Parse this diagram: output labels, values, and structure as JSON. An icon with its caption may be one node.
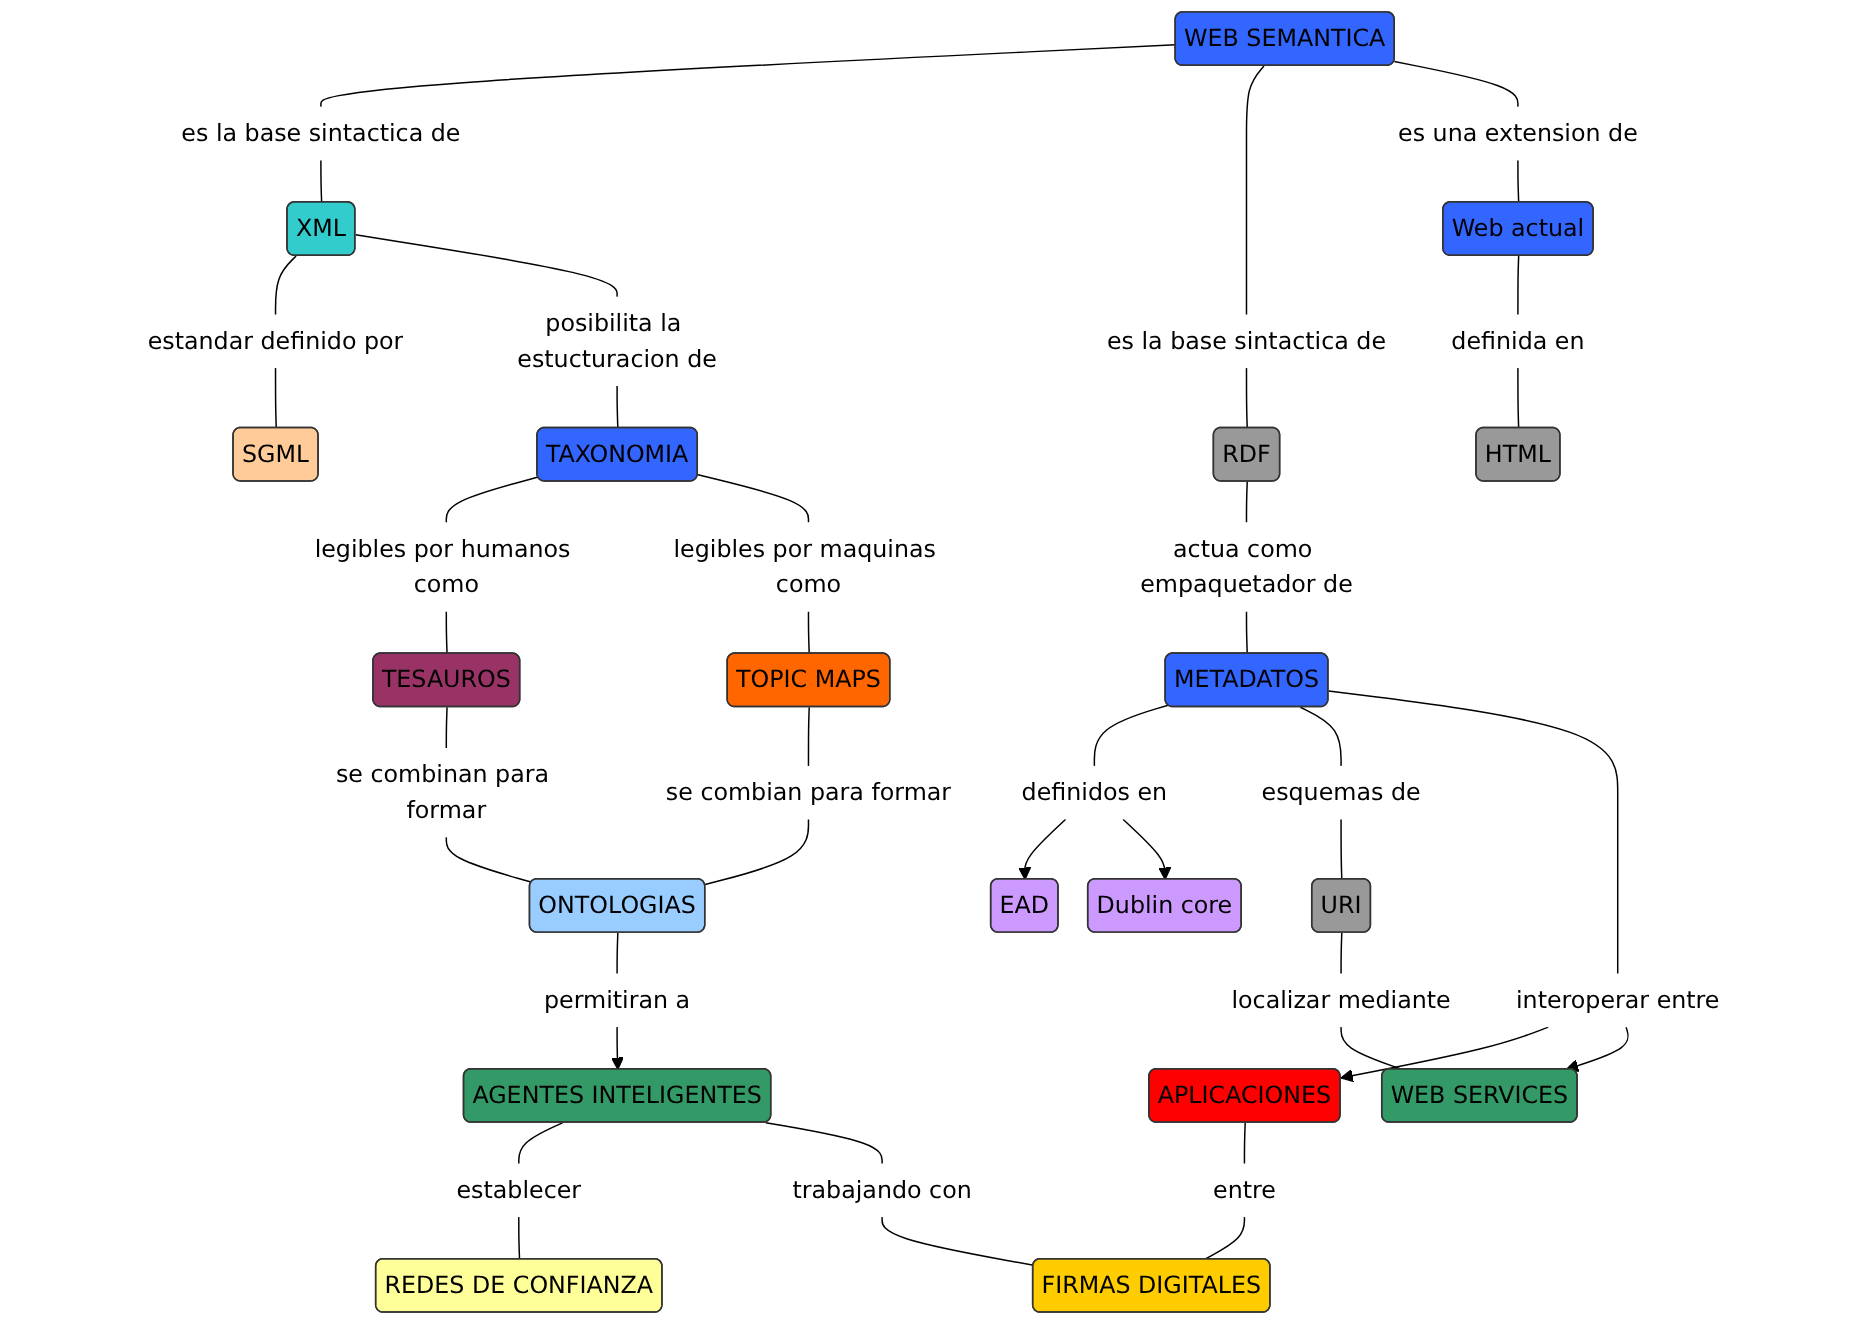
{
  "diagram": {
    "nodes": [
      {
        "text": [
          "WEB SEMANTICA"
        ]
      },
      {
        "text": [
          "es la base sintactica de"
        ]
      },
      {
        "text": [
          "es la base sintactica de"
        ]
      },
      {
        "text": [
          "es una extension de"
        ]
      },
      {
        "text": [
          "RDF"
        ]
      },
      {
        "text": [
          "Web actual"
        ]
      },
      {
        "text": [
          "XML"
        ]
      },
      {
        "text": [
          "estandar definido por"
        ]
      },
      {
        "text": [
          "definida en"
        ]
      },
      {
        "text": [
          "HTML"
        ]
      },
      {
        "text": [
          "actua como empaquetador de"
        ]
      },
      {
        "text": [
          "SGML"
        ]
      },
      {
        "text": [
          "posibilita la estucturacion de"
        ]
      },
      {
        "text": [
          "EAD"
        ]
      },
      {
        "text": [
          "METADATOS"
        ]
      },
      {
        "text": [
          "definidos en"
        ]
      },
      {
        "text": [
          "Dublin core"
        ]
      },
      {
        "text": [
          "TAXONOMIA"
        ]
      },
      {
        "text": [
          "legibles por humanos como"
        ]
      },
      {
        "text": [
          "esquemas de"
        ]
      },
      {
        "text": [
          "legibles por maquinas como"
        ]
      },
      {
        "text": [
          "URI"
        ]
      },
      {
        "text": [
          "TESAUROS"
        ]
      },
      {
        "text": [
          "localizar mediante"
        ]
      },
      {
        "text": [
          "interoperar entre"
        ]
      },
      {
        "text": [
          "APLICACIONES"
        ]
      },
      {
        "text": [
          "TOPIC MAPS"
        ]
      },
      {
        "text": [
          "se combinan para formar"
        ]
      },
      {
        "text": [
          "WEB SERVICES"
        ]
      },
      {
        "text": [
          "se combian para formar"
        ]
      },
      {
        "text": [
          "entre"
        ]
      },
      {
        "text": [
          "ONTOLOGIAS"
        ]
      },
      {
        "text": [
          "permitiran a"
        ]
      },
      {
        "text": [
          "AGENTES INTELIGENTES"
        ]
      },
      {
        "text": [
          "establecer"
        ]
      },
      {
        "text": [
          "trabajando con"
        ]
      },
      {
        "text": [
          "REDES DE CONFIANZA"
        ]
      },
      {
        "text": [
          "FIRMAS DIGITALES"
        ]
      }
    ],
    "edges": [
      {
        "from": 0,
        "to": 1,
        "arrow": "none"
      },
      {
        "from": 1,
        "to": 6,
        "arrow": "none"
      },
      {
        "from": 0,
        "to": 2,
        "arrow": "none"
      },
      {
        "from": 2,
        "to": 4,
        "arrow": "none"
      },
      {
        "from": 0,
        "to": 3,
        "arrow": "none"
      },
      {
        "from": 3,
        "to": 5,
        "arrow": "none"
      },
      {
        "from": 5,
        "to": 8,
        "arrow": "none"
      },
      {
        "from": 8,
        "to": 9,
        "arrow": "none"
      },
      {
        "from": 6,
        "to": 7,
        "arrow": "none"
      },
      {
        "from": 7,
        "to": 11,
        "arrow": "none"
      },
      {
        "from": 6,
        "to": 12,
        "arrow": "none"
      },
      {
        "from": 12,
        "to": 17,
        "arrow": "none"
      },
      {
        "from": 4,
        "to": 10,
        "arrow": "none"
      },
      {
        "from": 10,
        "to": 14,
        "arrow": "none"
      },
      {
        "from": 14,
        "to": 15,
        "arrow": "none"
      },
      {
        "from": 15,
        "to": 13,
        "arrow": "to"
      },
      {
        "from": 15,
        "to": 16,
        "arrow": "to"
      },
      {
        "from": 17,
        "to": 18,
        "arrow": "none"
      },
      {
        "from": 18,
        "to": 22,
        "arrow": "none"
      },
      {
        "from": 17,
        "to": 20,
        "arrow": "none"
      },
      {
        "from": 20,
        "to": 26,
        "arrow": "none"
      },
      {
        "from": 14,
        "to": 19,
        "arrow": "none"
      },
      {
        "from": 19,
        "to": 21,
        "arrow": "none"
      },
      {
        "from": 21,
        "to": 23,
        "arrow": "none"
      },
      {
        "from": 23,
        "to": 28,
        "arrow": "none"
      },
      {
        "from": 14,
        "to": 24,
        "arrow": "none"
      },
      {
        "from": 24,
        "to": 25,
        "arrow": "to"
      },
      {
        "from": 24,
        "to": 28,
        "arrow": "to"
      },
      {
        "from": 22,
        "to": 27,
        "arrow": "none"
      },
      {
        "from": 27,
        "to": 31,
        "arrow": "none"
      },
      {
        "from": 26,
        "to": 29,
        "arrow": "none"
      },
      {
        "from": 29,
        "to": 31,
        "arrow": "none"
      },
      {
        "from": 25,
        "to": 30,
        "arrow": "none"
      },
      {
        "from": 30,
        "to": 37,
        "arrow": "none"
      },
      {
        "from": 31,
        "to": 32,
        "arrow": "none"
      },
      {
        "from": 32,
        "to": 33,
        "arrow": "to"
      },
      {
        "from": 33,
        "to": 34,
        "arrow": "none"
      },
      {
        "from": 34,
        "to": 36,
        "arrow": "none"
      },
      {
        "from": 33,
        "to": 35,
        "arrow": "none"
      },
      {
        "from": 35,
        "to": 37,
        "arrow": "none"
      }
    ]
  }
}
